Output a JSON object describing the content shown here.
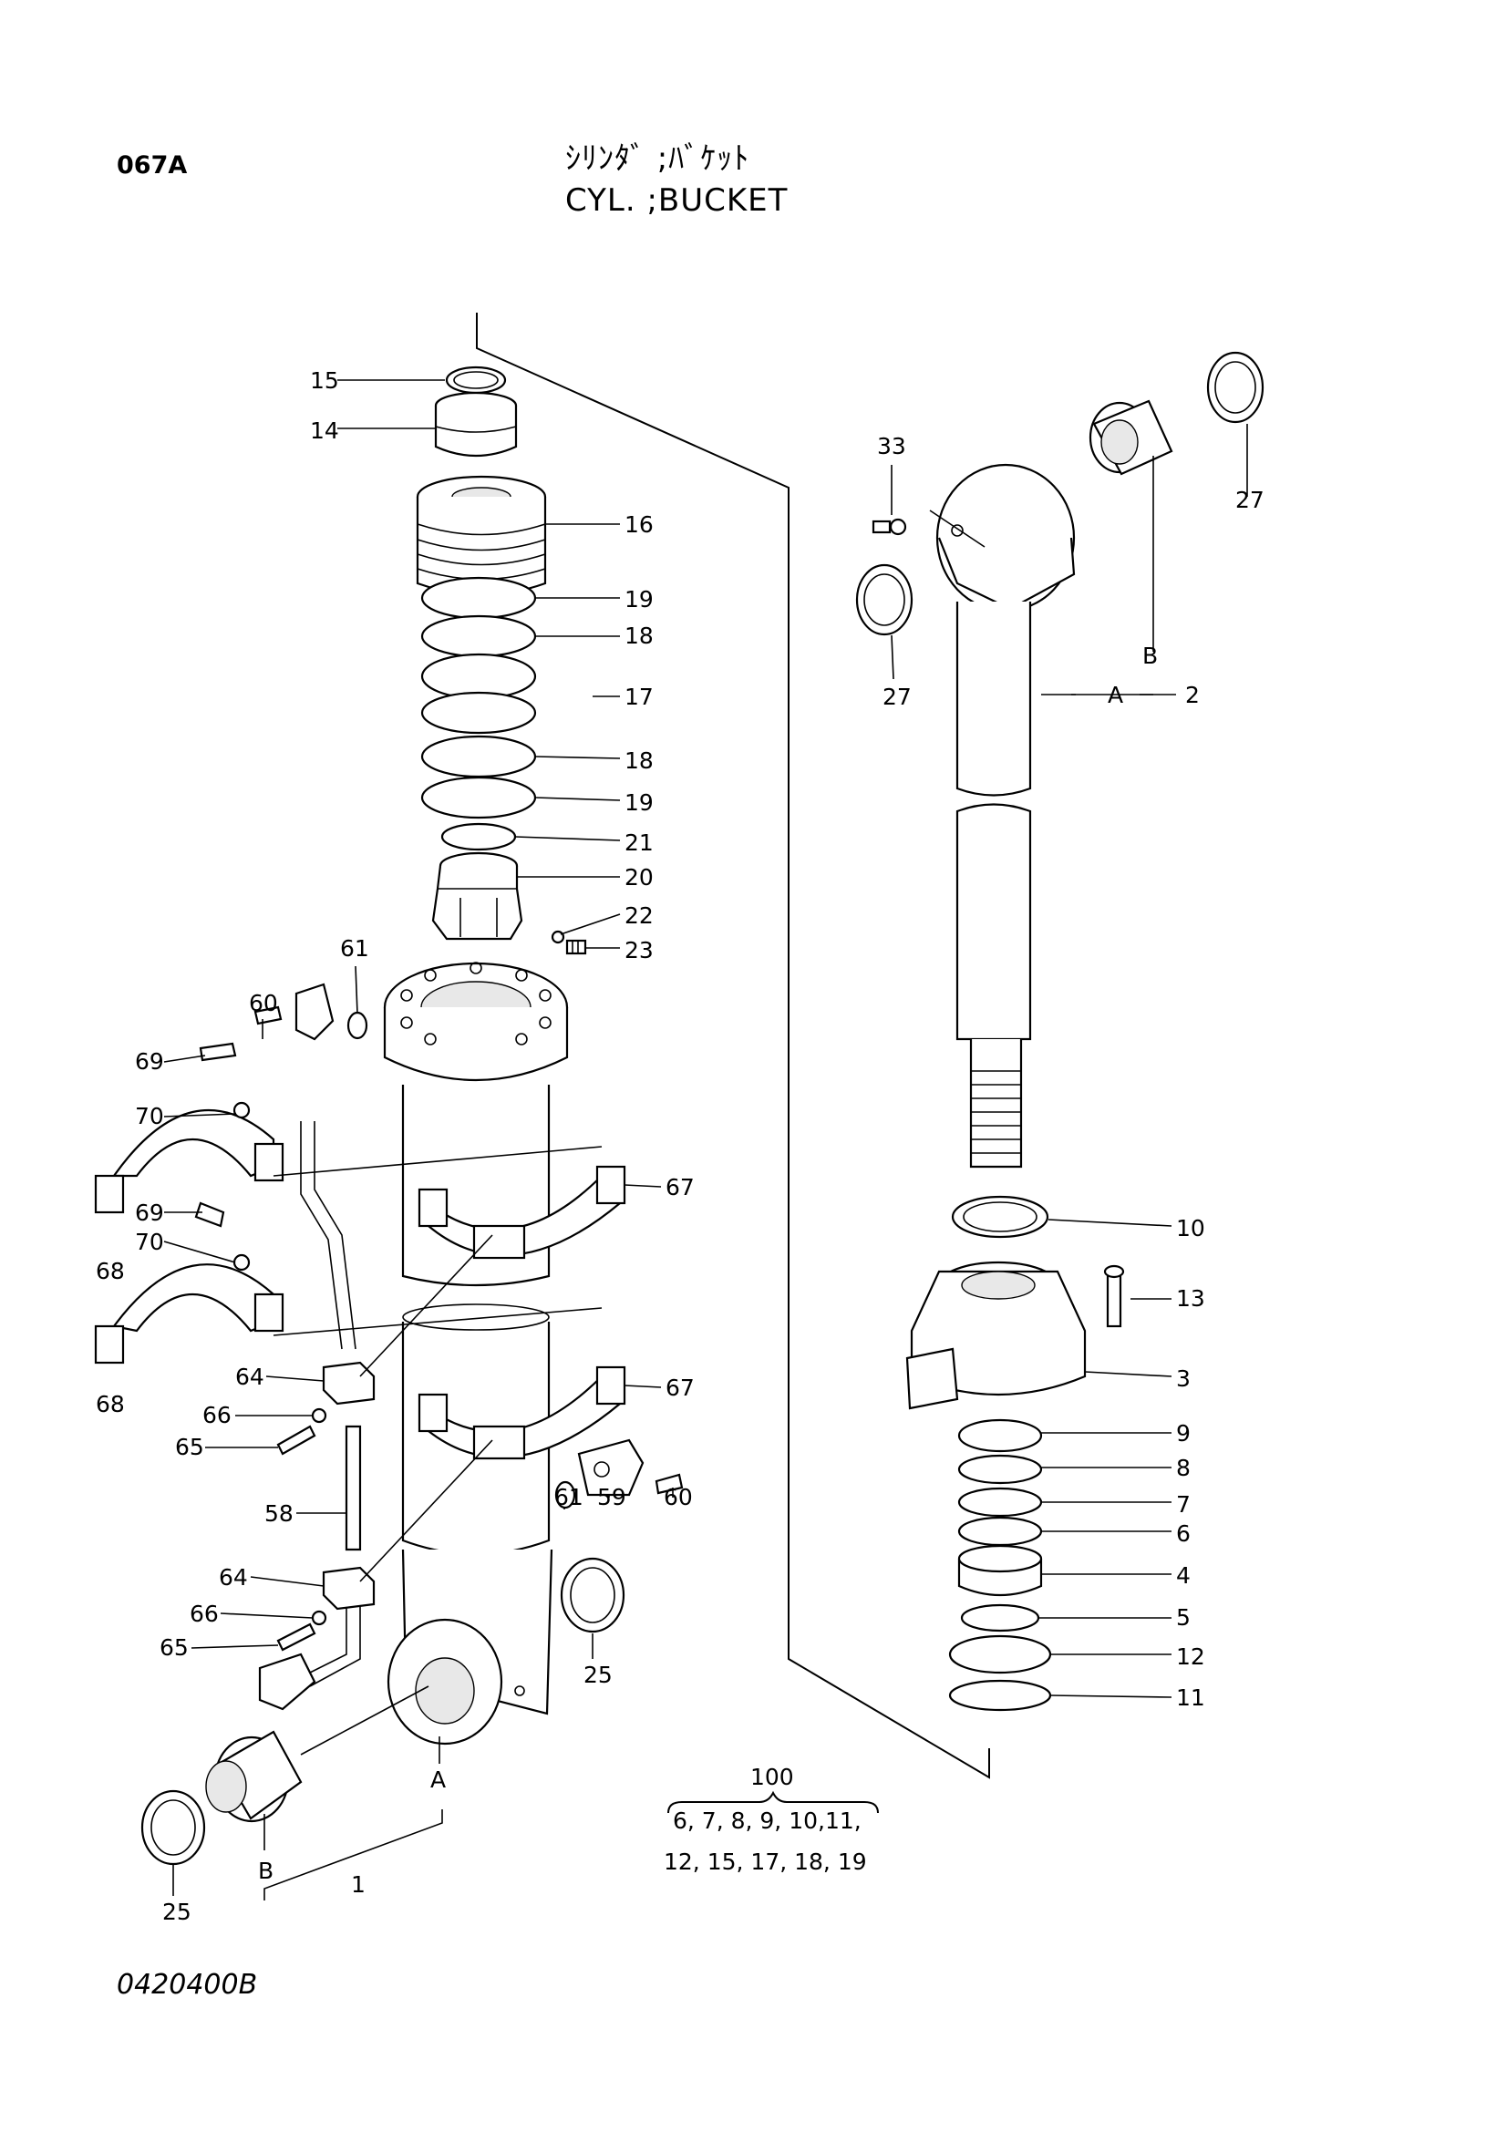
{
  "header": {
    "page_code": "067A",
    "title_jp": "ｼﾘﾝﾀﾞ ;ﾊﾞｹｯﾄ",
    "title_en": "CYL. ;BUCKET"
  },
  "footer": {
    "drawing_number": "0420400B"
  },
  "callouts": [
    "15",
    "14",
    "16",
    "19",
    "18",
    "17",
    "18",
    "19",
    "21",
    "20",
    "22",
    "23",
    "61",
    "60",
    "69",
    "70",
    "67",
    "69",
    "70",
    "68",
    "68",
    "64",
    "66",
    "65",
    "67",
    "58",
    "61",
    "59",
    "60",
    "64",
    "66",
    "65",
    "25",
    "25",
    "A",
    "B",
    "1",
    "33",
    "27",
    "27",
    "B",
    "A",
    "2",
    "10",
    "13",
    "3",
    "9",
    "8",
    "7",
    "6",
    "4",
    "5",
    "12",
    "11"
  ],
  "kit_note": {
    "number": "100",
    "line1": "6, 7, 8, 9, 10,11,",
    "line2": "12, 15, 17, 18, 19"
  }
}
